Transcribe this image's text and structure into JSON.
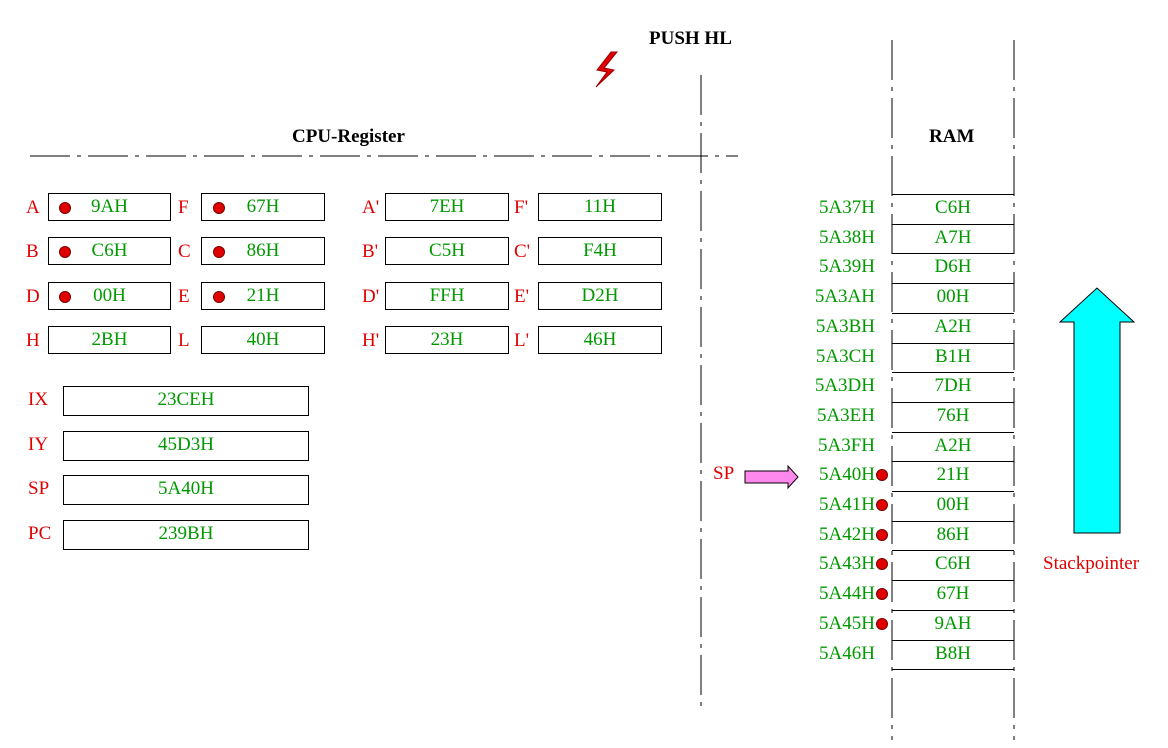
{
  "instruction": "PUSH HL",
  "cpu_title": "CPU-Register",
  "ram_title": "RAM",
  "sp_label": "SP",
  "stackpointer_label": "Stackpointer",
  "colors": {
    "label": "#e00000",
    "value": "#009900",
    "arrow": "#00ffff",
    "sp_arrow": "#ff88ee"
  },
  "registers": {
    "main": [
      {
        "name": "A",
        "value": "9AH",
        "dot": true
      },
      {
        "name": "F",
        "value": "67H",
        "dot": true
      },
      {
        "name": "B",
        "value": "C6H",
        "dot": true
      },
      {
        "name": "C",
        "value": "86H",
        "dot": true
      },
      {
        "name": "D",
        "value": "00H",
        "dot": true
      },
      {
        "name": "E",
        "value": "21H",
        "dot": true
      },
      {
        "name": "H",
        "value": "2BH",
        "dot": false
      },
      {
        "name": "L",
        "value": "40H",
        "dot": false
      }
    ],
    "alt": [
      {
        "name": "A'",
        "value": "7EH"
      },
      {
        "name": "F'",
        "value": "11H"
      },
      {
        "name": "B'",
        "value": "C5H"
      },
      {
        "name": "C'",
        "value": "F4H"
      },
      {
        "name": "D'",
        "value": "FFH"
      },
      {
        "name": "E'",
        "value": "D2H"
      },
      {
        "name": "H'",
        "value": "23H"
      },
      {
        "name": "L'",
        "value": "46H"
      }
    ],
    "wide": [
      {
        "name": "IX",
        "value": "23CEH"
      },
      {
        "name": "IY",
        "value": "45D3H"
      },
      {
        "name": "SP",
        "value": "5A40H"
      },
      {
        "name": "PC",
        "value": "239BH"
      }
    ]
  },
  "ram": [
    {
      "addr": "5A37H",
      "value": "C6H",
      "dot": false
    },
    {
      "addr": "5A38H",
      "value": "A7H",
      "dot": false
    },
    {
      "addr": "5A39H",
      "value": "D6H",
      "dot": false
    },
    {
      "addr": "5A3AH",
      "value": "00H",
      "dot": false
    },
    {
      "addr": "5A3BH",
      "value": "A2H",
      "dot": false
    },
    {
      "addr": "5A3CH",
      "value": "B1H",
      "dot": false
    },
    {
      "addr": "5A3DH",
      "value": "7DH",
      "dot": false
    },
    {
      "addr": "5A3EH",
      "value": "76H",
      "dot": false
    },
    {
      "addr": "5A3FH",
      "value": "A2H",
      "dot": false
    },
    {
      "addr": "5A40H",
      "value": "21H",
      "dot": true
    },
    {
      "addr": "5A41H",
      "value": "00H",
      "dot": true
    },
    {
      "addr": "5A42H",
      "value": "86H",
      "dot": true
    },
    {
      "addr": "5A43H",
      "value": "C6H",
      "dot": true
    },
    {
      "addr": "5A44H",
      "value": "67H",
      "dot": true
    },
    {
      "addr": "5A45H",
      "value": "9AH",
      "dot": true
    },
    {
      "addr": "5A46H",
      "value": "B8H",
      "dot": false
    }
  ]
}
